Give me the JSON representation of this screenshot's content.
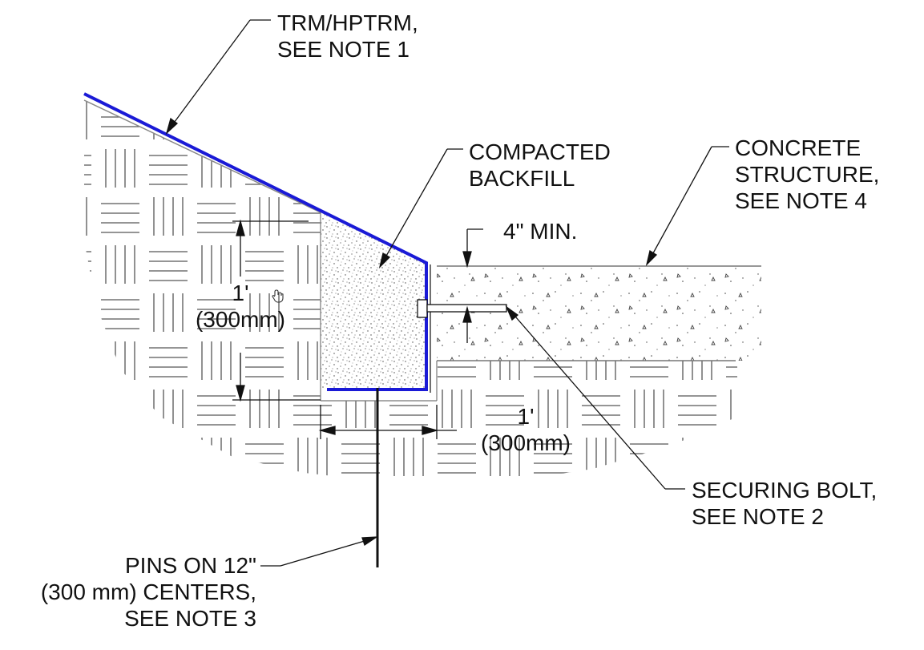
{
  "callouts": {
    "trm": {
      "line1": "TRM/HPTRM,",
      "line2": "SEE NOTE 1"
    },
    "backfill": {
      "line1": "COMPACTED",
      "line2": "BACKFILL"
    },
    "concrete": {
      "line1": "CONCRETE",
      "line2": "STRUCTURE,",
      "line3": "SEE NOTE 4"
    },
    "min_depth": "4\" MIN.",
    "vertical_dim": {
      "line1": "1'",
      "line2": "(300mm)"
    },
    "horizontal_dim": {
      "line1": "1'",
      "line2": "(300mm)"
    },
    "bolt": {
      "line1": "SECURING BOLT,",
      "line2": "SEE NOTE 2"
    },
    "pins": {
      "line1": "PINS ON 12\"",
      "line2": "(300 mm) CENTERS,",
      "line3": "SEE NOTE 3"
    }
  },
  "colors": {
    "trm_liner": "#1a1ad6",
    "linework": "#111111",
    "hatch": "#555555",
    "stipple": "#444444"
  },
  "icons": {
    "cursor": "hand-cursor-icon"
  }
}
